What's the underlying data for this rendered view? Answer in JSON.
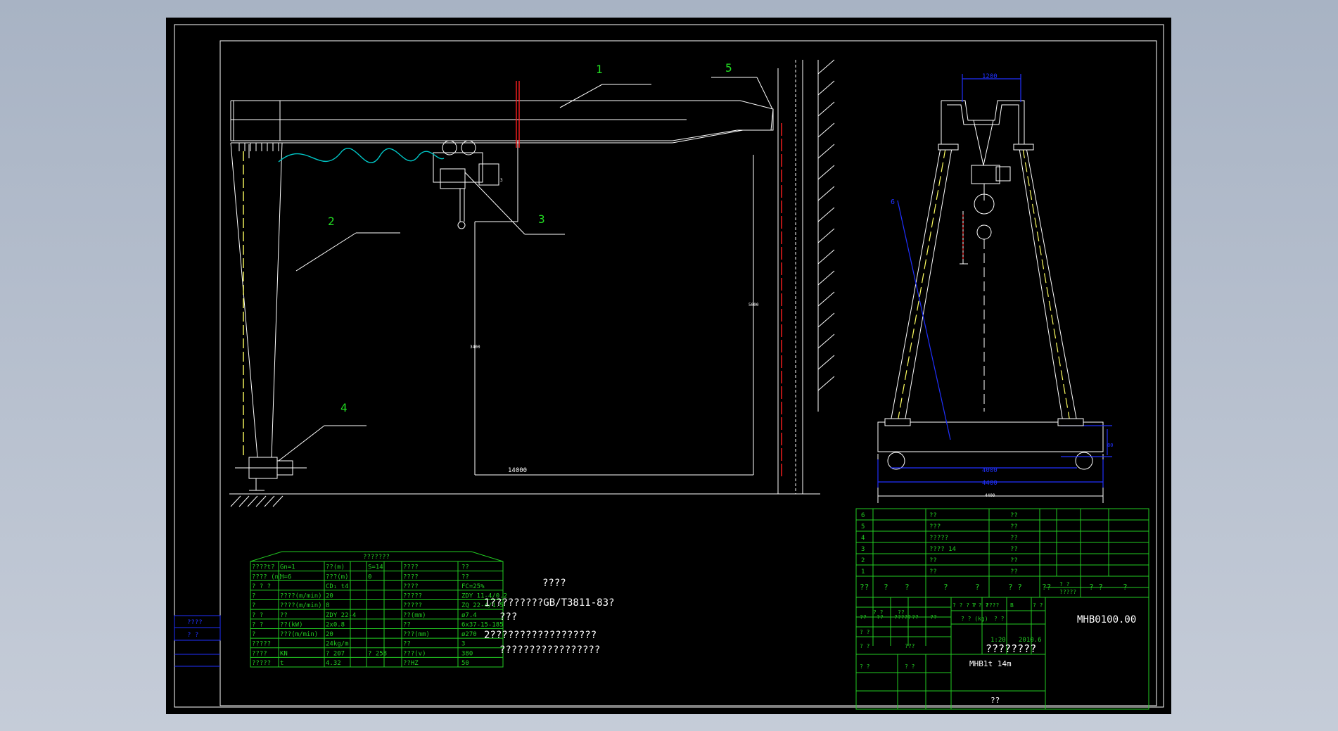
{
  "colors": {
    "background": "#000000",
    "line": "#ffffff",
    "table": "#00c000",
    "accent_red": "#ff2020",
    "accent_blue": "#2030ff",
    "accent_cyan": "#00c8c8",
    "accent_yellow": "#ffff60"
  },
  "callouts": [
    "1",
    "2",
    "3",
    "4",
    "5",
    "6"
  ],
  "dimensions": {
    "span_front": "14000",
    "hook_small": "3",
    "height_mid": "3400",
    "height_right": "5000",
    "side_top": "1200",
    "side_inner": "4000",
    "side_outer": "4400",
    "side_base": "4400",
    "side_right": "80"
  },
  "spec_table": {
    "title": "???????",
    "rows": [
      [
        "????t?",
        "Gn=1",
        "??(m)",
        "S=14",
        "????",
        "??"
      ],
      [
        "???? (n)",
        "H=6",
        "???(m)",
        "0",
        "????",
        "??"
      ],
      [
        "? ? ?",
        "",
        "CD₁ t4",
        "",
        "????",
        "FC=25%"
      ],
      [
        "?",
        "????(m/min)",
        "20",
        "",
        "?????",
        "ZDY 11-4/0.2"
      ],
      [
        "?",
        "????(m/min)",
        "8",
        "",
        "?????",
        "ZQ 22-4/1.5"
      ],
      [
        "? ?",
        "??",
        "ZDY 22-4",
        "",
        "??(mm)",
        "ø7.4"
      ],
      [
        "? ?",
        "??(kW)",
        "2x0.8",
        "",
        "??",
        "6x37-15-185"
      ],
      [
        "?",
        "???(m/min)",
        "20",
        "",
        "???(mm)",
        "ø270"
      ],
      [
        "?????",
        "",
        "24kg/m",
        "",
        "??",
        "3"
      ],
      [
        "????",
        "KN",
        "? 207",
        "? 258",
        "???(v)",
        "380"
      ],
      [
        "?????",
        "t",
        "4.32",
        "",
        "??HZ",
        "50"
      ]
    ]
  },
  "notes": {
    "heading": "????",
    "line1": "1?????????GB/T3811-83?",
    "line1b": "???",
    "line2": "2??????????????????",
    "line2b": "?????????????????"
  },
  "side_labels": [
    "????",
    "? ?"
  ],
  "bom": {
    "rows": [
      [
        "6",
        "??",
        "??"
      ],
      [
        "5",
        "???",
        "??"
      ],
      [
        "4",
        "?????",
        "??"
      ],
      [
        "3",
        "???? 14",
        "??"
      ],
      [
        "2",
        "??",
        "??"
      ],
      [
        "1",
        "??",
        "??"
      ]
    ],
    "header": [
      "??",
      "?",
      "?",
      "?",
      "?",
      "? ?",
      "??",
      "? ?",
      "?????",
      "? ?",
      "?"
    ]
  },
  "title_block": {
    "drawing_no": "MHB0100.00",
    "title": "????????",
    "model": "MHB1t  14m",
    "scale": "1:20",
    "date": "2010.6",
    "weight_label": "? ? (kg)",
    "ratio_label": "? ?",
    "sheet_label": "??",
    "small": [
      "? ? ? ?",
      "? ? ?",
      "????",
      "B",
      "? ?",
      "? ?",
      "??",
      "??",
      "??",
      "?????",
      "??",
      "??",
      "? ?",
      "? ?",
      "???",
      "? ?",
      "? ?"
    ]
  }
}
